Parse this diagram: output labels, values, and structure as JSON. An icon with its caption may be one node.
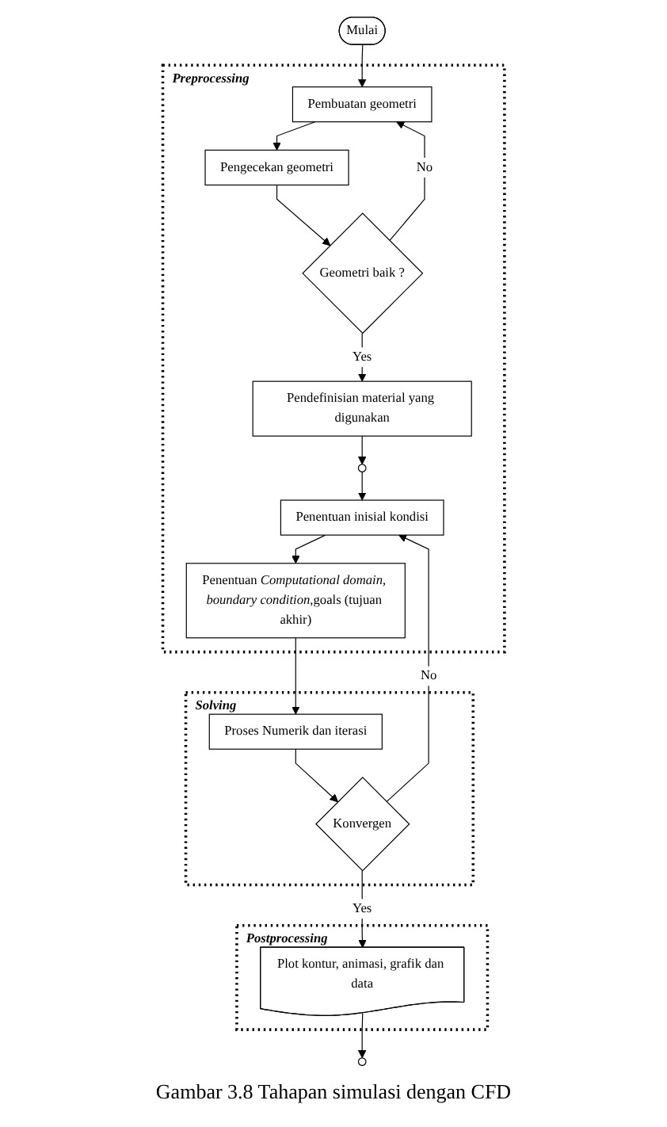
{
  "diagram": {
    "caption": "Gambar 3.8 Tahapan simulasi dengan CFD",
    "nodes": [
      {
        "text": [
          "Mulai"
        ]
      },
      {
        "text": [
          "Preprocessing"
        ]
      },
      {
        "text": [
          "Pembuatan geometri"
        ],
        "in": 1
      },
      {
        "text": [
          "Pengecekan geometri"
        ],
        "in": 1
      },
      {
        "text": [
          "Geometri baik ?"
        ],
        "in": 1
      },
      {
        "text": [
          "Pendefinisian material yang digunakan"
        ],
        "in": 1
      },
      {
        "text": [],
        "shape": "circle",
        "in": 1
      },
      {
        "text": [
          "Penentuan inisial kondisi"
        ],
        "in": 1
      },
      {
        "text": [
          "Penentuan *Computational domain*, *boundary condition*,goals (tujuan akhir)"
        ],
        "in": 1
      },
      {
        "text": [
          "Solving"
        ]
      },
      {
        "text": [
          "Proses Numerik dan iterasi"
        ],
        "in": 9
      },
      {
        "text": [
          "Konvergen"
        ],
        "in": 9
      },
      {
        "text": [
          "Postprocessing"
        ]
      },
      {
        "text": [
          "Plot kontur, animasi, grafik dan data"
        ],
        "in": 12
      },
      {
        "text": [],
        "shape": "circle"
      }
    ],
    "edges": [
      {
        "from": 0,
        "to": 2,
        "arrow": "to"
      },
      {
        "from": 2,
        "to": 3,
        "arrow": "to"
      },
      {
        "from": 3,
        "to": 4,
        "arrow": "to"
      },
      {
        "from": 4,
        "to": 2,
        "arrow": "to",
        "label": "No"
      },
      {
        "from": 4,
        "to": 5,
        "arrow": "to",
        "label": "Yes"
      },
      {
        "from": 5,
        "to": 6,
        "arrow": "to"
      },
      {
        "from": 6,
        "to": 7,
        "arrow": "to"
      },
      {
        "from": 7,
        "to": 8,
        "arrow": "to"
      },
      {
        "from": 8,
        "to": 10,
        "arrow": "to"
      },
      {
        "from": 10,
        "to": 11,
        "arrow": "to"
      },
      {
        "from": 11,
        "to": 7,
        "arrow": "to",
        "label": "No"
      },
      {
        "from": 11,
        "to": 13,
        "arrow": "to",
        "label": "Yes"
      },
      {
        "from": 13,
        "to": 14,
        "arrow": "to"
      }
    ]
  }
}
